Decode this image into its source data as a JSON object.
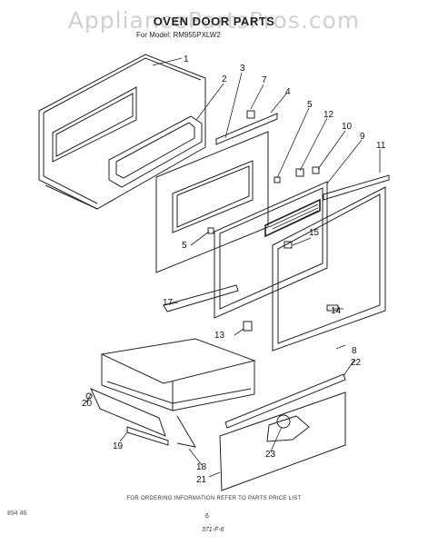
{
  "watermark": "AppliancePartsPros.com",
  "title": "OVEN DOOR PARTS",
  "subtitle": "For Model: RM955PXLW2",
  "callouts": [
    "1",
    "2",
    "3",
    "7",
    "4",
    "5",
    "12",
    "10",
    "9",
    "11",
    "5",
    "15",
    "17",
    "14",
    "13",
    "8",
    "22",
    "20",
    "19",
    "18",
    "21",
    "23"
  ],
  "footer_note": "FOR ORDERING INFORMATION REFER TO PARTS PRICE LIST",
  "left_code": "894 46",
  "page_number": "6",
  "bottom_code": "371-F-6"
}
